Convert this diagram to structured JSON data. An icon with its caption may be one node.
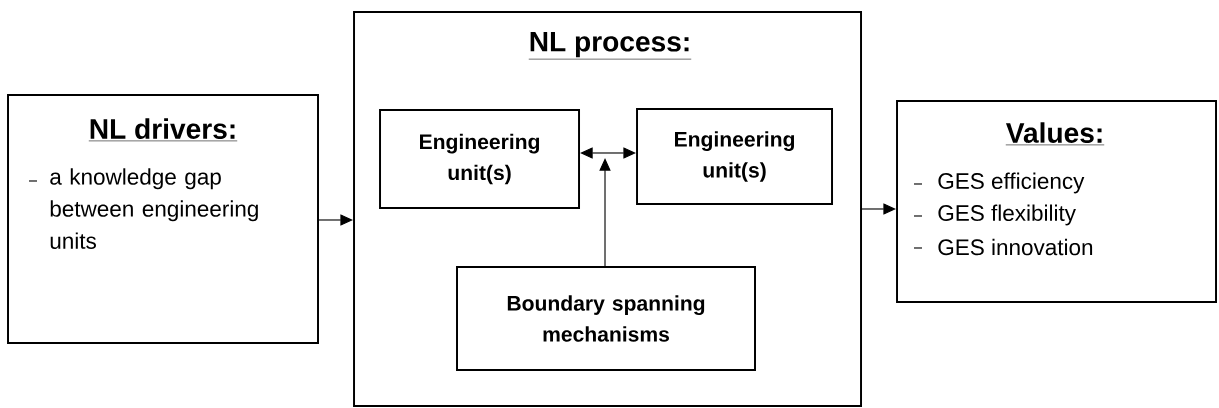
{
  "diagram": {
    "nodes": [
      {
        "text": [
          "NL drivers:",
          "a knowledge gap between engineering units"
        ]
      },
      {
        "text": [
          "NL process:"
        ]
      },
      {
        "text": [
          "Engineering unit(s)"
        ],
        "in": 1
      },
      {
        "text": [
          "Engineering unit(s)"
        ],
        "in": 1
      },
      {
        "text": [
          "Boundary spanning mechanisms"
        ],
        "in": 1
      },
      {
        "text": [
          "Values:",
          "GES efficiency",
          "GES flexibility",
          "GES innovation"
        ]
      }
    ],
    "edges": [
      {
        "from": 0,
        "to": 1,
        "arrow": "to"
      },
      {
        "from": 2,
        "to": 3,
        "arrow": "both"
      },
      {
        "from": 4,
        "to": null,
        "arrow": "to"
      },
      {
        "from": 1,
        "to": 5,
        "arrow": "to"
      }
    ]
  }
}
